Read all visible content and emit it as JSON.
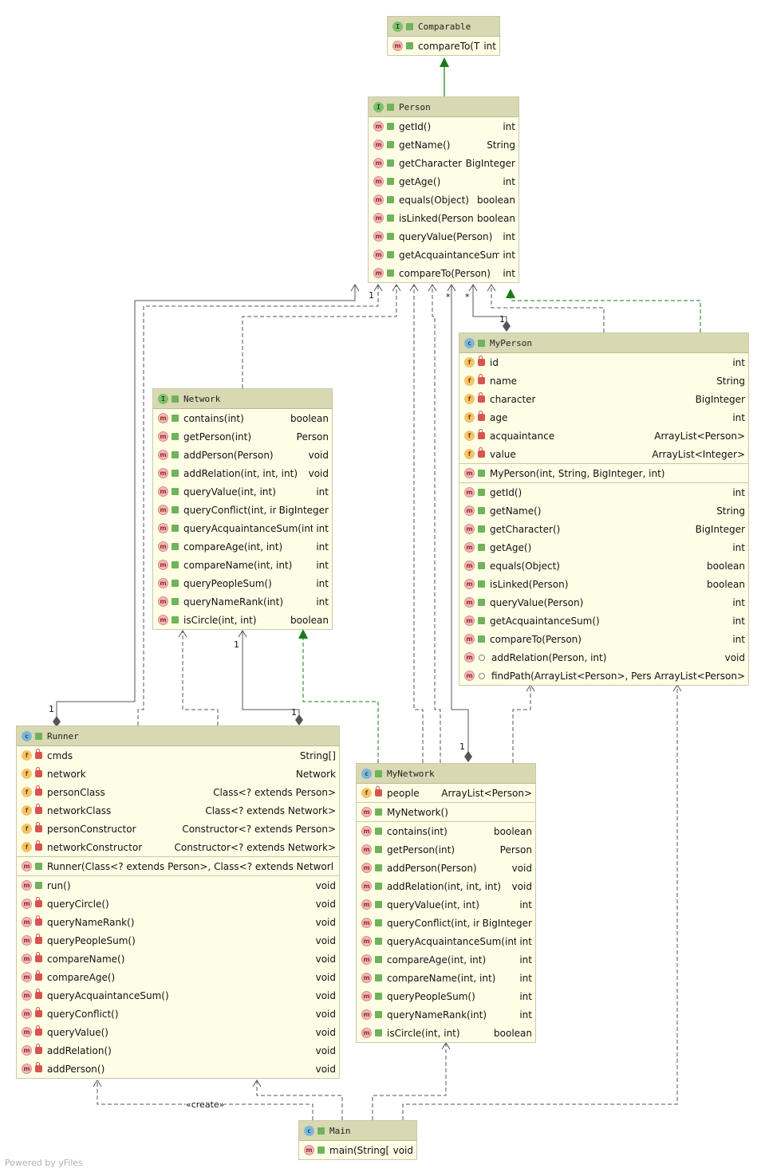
{
  "classes": {
    "comparable": {
      "kind": "I",
      "name": "Comparable",
      "methods": [
        {
          "vis": "pub",
          "name": "compareTo(T)",
          "type": "int"
        }
      ]
    },
    "person": {
      "kind": "I",
      "name": "Person",
      "methods": [
        {
          "vis": "pub",
          "name": "getId()",
          "type": "int"
        },
        {
          "vis": "pub",
          "name": "getName()",
          "type": "String"
        },
        {
          "vis": "pub",
          "name": "getCharacter()",
          "type": "BigInteger"
        },
        {
          "vis": "pub",
          "name": "getAge()",
          "type": "int"
        },
        {
          "vis": "pub",
          "name": "equals(Object)",
          "type": "boolean"
        },
        {
          "vis": "pub",
          "name": "isLinked(Person)",
          "type": "boolean"
        },
        {
          "vis": "pub",
          "name": "queryValue(Person)",
          "type": "int"
        },
        {
          "vis": "pub",
          "name": "getAcquaintanceSum()",
          "type": "int"
        },
        {
          "vis": "pub",
          "name": "compareTo(Person)",
          "type": "int"
        }
      ]
    },
    "network": {
      "kind": "I",
      "name": "Network",
      "methods": [
        {
          "vis": "pub",
          "name": "contains(int)",
          "type": "boolean"
        },
        {
          "vis": "pub",
          "name": "getPerson(int)",
          "type": "Person"
        },
        {
          "vis": "pub",
          "name": "addPerson(Person)",
          "type": "void"
        },
        {
          "vis": "pub",
          "name": "addRelation(int, int, int)",
          "type": "void"
        },
        {
          "vis": "pub",
          "name": "queryValue(int, int)",
          "type": "int"
        },
        {
          "vis": "pub",
          "name": "queryConflict(int, int)",
          "type": "BigInteger"
        },
        {
          "vis": "pub",
          "name": "queryAcquaintanceSum(int)",
          "type": "int"
        },
        {
          "vis": "pub",
          "name": "compareAge(int, int)",
          "type": "int"
        },
        {
          "vis": "pub",
          "name": "compareName(int, int)",
          "type": "int"
        },
        {
          "vis": "pub",
          "name": "queryPeopleSum()",
          "type": "int"
        },
        {
          "vis": "pub",
          "name": "queryNameRank(int)",
          "type": "int"
        },
        {
          "vis": "pub",
          "name": "isCircle(int, int)",
          "type": "boolean"
        }
      ]
    },
    "myperson": {
      "kind": "C",
      "name": "MyPerson",
      "fields": [
        {
          "vis": "pri",
          "name": "id",
          "type": "int"
        },
        {
          "vis": "pri",
          "name": "name",
          "type": "String"
        },
        {
          "vis": "pri",
          "name": "character",
          "type": "BigInteger"
        },
        {
          "vis": "pri",
          "name": "age",
          "type": "int"
        },
        {
          "vis": "pri",
          "name": "acquaintance",
          "type": "ArrayList<Person>"
        },
        {
          "vis": "pri",
          "name": "value",
          "type": "ArrayList<Integer>"
        }
      ],
      "ctors": [
        {
          "vis": "pub",
          "name": "MyPerson(int, String, BigInteger, int)",
          "type": ""
        }
      ],
      "methods": [
        {
          "vis": "pub",
          "name": "getId()",
          "type": "int"
        },
        {
          "vis": "pub",
          "name": "getName()",
          "type": "String"
        },
        {
          "vis": "pub",
          "name": "getCharacter()",
          "type": "BigInteger"
        },
        {
          "vis": "pub",
          "name": "getAge()",
          "type": "int"
        },
        {
          "vis": "pub",
          "name": "equals(Object)",
          "type": "boolean"
        },
        {
          "vis": "pub",
          "name": "isLinked(Person)",
          "type": "boolean"
        },
        {
          "vis": "pub",
          "name": "queryValue(Person)",
          "type": "int"
        },
        {
          "vis": "pub",
          "name": "getAcquaintanceSum()",
          "type": "int"
        },
        {
          "vis": "pub",
          "name": "compareTo(Person)",
          "type": "int"
        },
        {
          "vis": "pkg",
          "name": "addRelation(Person, int)",
          "type": "void"
        },
        {
          "vis": "pkg",
          "name": "findPath(ArrayList<Person>, Person)",
          "type": "ArrayList<Person>"
        }
      ]
    },
    "runner": {
      "kind": "C",
      "name": "Runner",
      "fields": [
        {
          "vis": "pri",
          "name": "cmds",
          "type": "String[]"
        },
        {
          "vis": "pri",
          "name": "network",
          "type": "Network"
        },
        {
          "vis": "pri",
          "name": "personClass",
          "type": "Class<? extends Person>"
        },
        {
          "vis": "pri",
          "name": "networkClass",
          "type": "Class<? extends Network>"
        },
        {
          "vis": "pri",
          "name": "personConstructor",
          "type": "Constructor<? extends Person>"
        },
        {
          "vis": "pri",
          "name": "networkConstructor",
          "type": "Constructor<? extends Network>"
        }
      ],
      "ctors": [
        {
          "vis": "pub",
          "name": "Runner(Class<? extends Person>, Class<? extends Network>)",
          "type": ""
        }
      ],
      "methods": [
        {
          "vis": "pub",
          "name": "run()",
          "type": "void"
        },
        {
          "vis": "pri",
          "name": "queryCircle()",
          "type": "void"
        },
        {
          "vis": "pri",
          "name": "queryNameRank()",
          "type": "void"
        },
        {
          "vis": "pri",
          "name": "queryPeopleSum()",
          "type": "void"
        },
        {
          "vis": "pri",
          "name": "compareName()",
          "type": "void"
        },
        {
          "vis": "pri",
          "name": "compareAge()",
          "type": "void"
        },
        {
          "vis": "pri",
          "name": "queryAcquaintanceSum()",
          "type": "void"
        },
        {
          "vis": "pri",
          "name": "queryConflict()",
          "type": "void"
        },
        {
          "vis": "pri",
          "name": "queryValue()",
          "type": "void"
        },
        {
          "vis": "pri",
          "name": "addRelation()",
          "type": "void"
        },
        {
          "vis": "pri",
          "name": "addPerson()",
          "type": "void"
        }
      ]
    },
    "mynetwork": {
      "kind": "C",
      "name": "MyNetwork",
      "fields": [
        {
          "vis": "pri",
          "name": "people",
          "type": "ArrayList<Person>"
        }
      ],
      "ctors": [
        {
          "vis": "pub",
          "name": "MyNetwork()",
          "type": ""
        }
      ],
      "methods": [
        {
          "vis": "pub",
          "name": "contains(int)",
          "type": "boolean"
        },
        {
          "vis": "pub",
          "name": "getPerson(int)",
          "type": "Person"
        },
        {
          "vis": "pub",
          "name": "addPerson(Person)",
          "type": "void"
        },
        {
          "vis": "pub",
          "name": "addRelation(int, int, int)",
          "type": "void"
        },
        {
          "vis": "pub",
          "name": "queryValue(int, int)",
          "type": "int"
        },
        {
          "vis": "pub",
          "name": "queryConflict(int, int)",
          "type": "BigInteger"
        },
        {
          "vis": "pub",
          "name": "queryAcquaintanceSum(int)",
          "type": "int"
        },
        {
          "vis": "pub",
          "name": "compareAge(int, int)",
          "type": "int"
        },
        {
          "vis": "pub",
          "name": "compareName(int, int)",
          "type": "int"
        },
        {
          "vis": "pub",
          "name": "queryPeopleSum()",
          "type": "int"
        },
        {
          "vis": "pub",
          "name": "queryNameRank(int)",
          "type": "int"
        },
        {
          "vis": "pub",
          "name": "isCircle(int, int)",
          "type": "boolean"
        }
      ]
    },
    "main": {
      "kind": "M",
      "name": "Main",
      "methods": [
        {
          "vis": "pub",
          "name": "main(String[])",
          "type": "void"
        }
      ]
    }
  },
  "labels": {
    "one": "1",
    "star": "*",
    "create": "«create»"
  },
  "footer": "Powered by yFiles",
  "colors": {
    "header": "#d8d8b2",
    "body": "#fefee6",
    "realization": "#1a7a1a",
    "line": "#555555"
  }
}
